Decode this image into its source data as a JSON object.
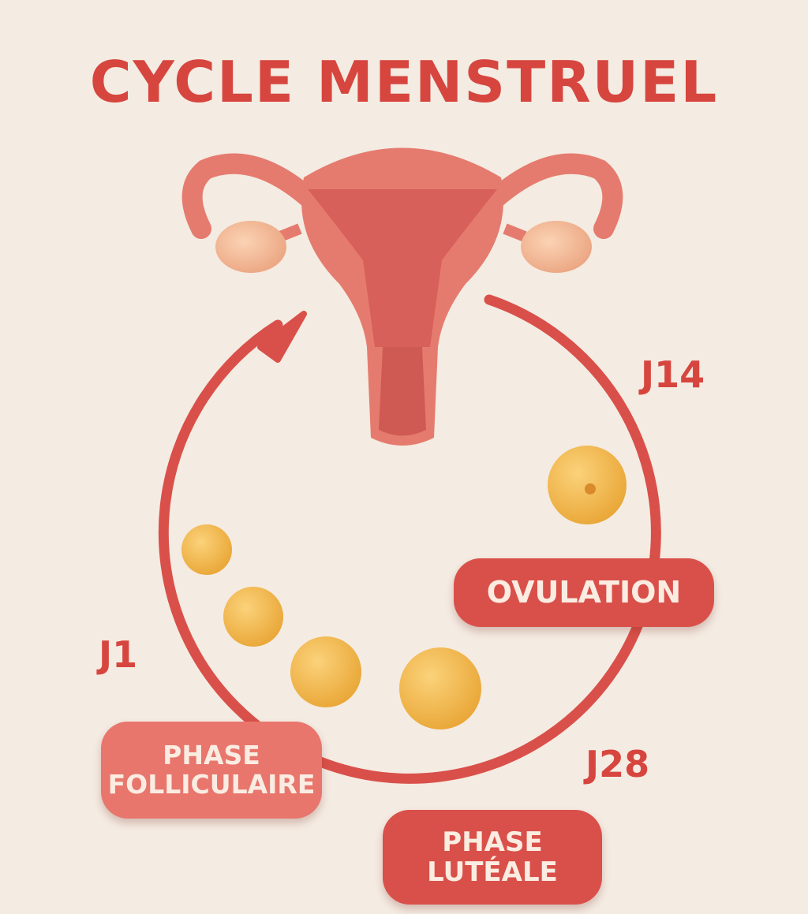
{
  "title": "CYCLE MENSTRUEL",
  "days": {
    "start": "J1",
    "ovulation": "J14",
    "end": "J28"
  },
  "phases": {
    "ovulation": "OVULATION",
    "follicular": [
      "PHASE",
      "FOLLICULAIRE"
    ],
    "luteal": [
      "PHASE",
      "LUTÉALE"
    ]
  },
  "colors": {
    "background": "#f4ebe2",
    "accent": "#d6463f",
    "uterus": "#e57b6e",
    "follicle": "#f2b84e"
  }
}
